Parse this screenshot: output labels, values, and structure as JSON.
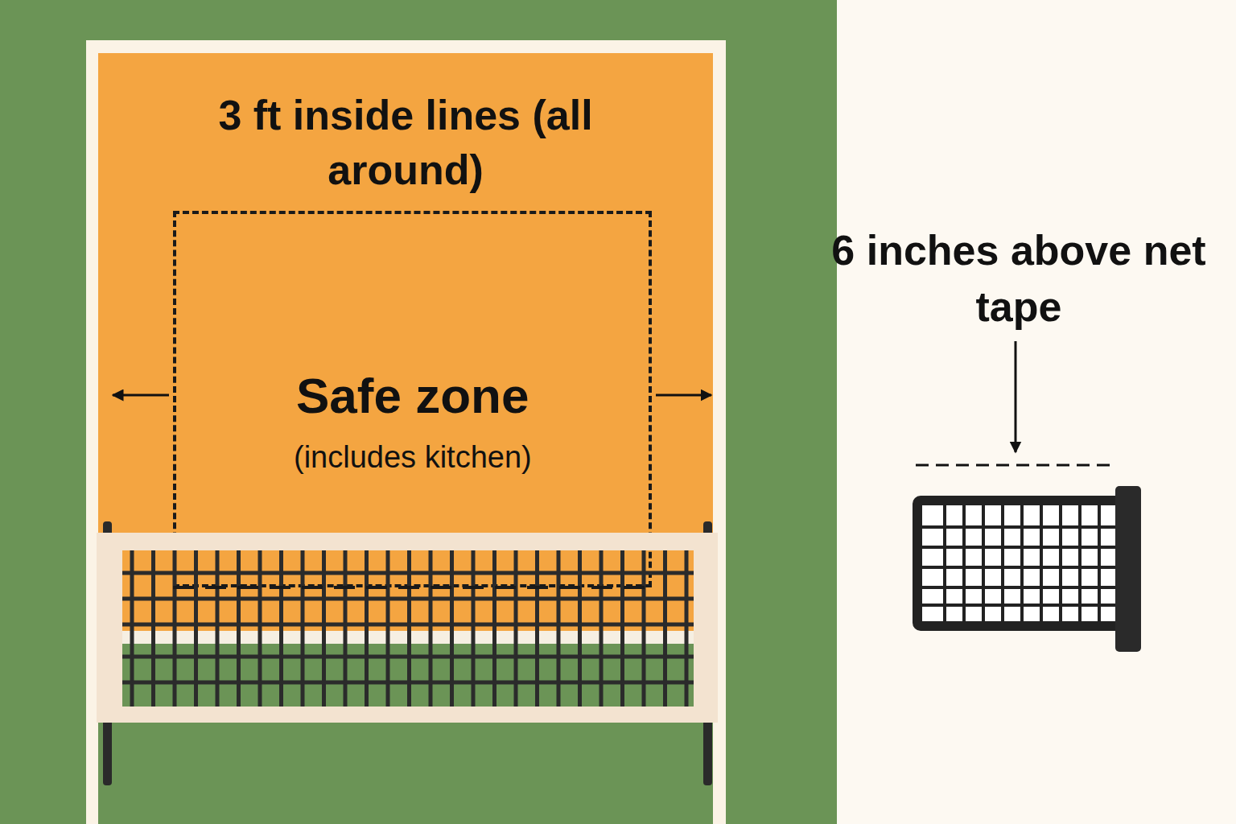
{
  "diagram": {
    "nodes": [
      {
        "text": [
          "3 ft inside lines (all around)"
        ]
      },
      {
        "text": [
          "Safe zone",
          "(includes kitchen)"
        ],
        "in": 0
      }
    ],
    "labels": [
      "6 inches above net tape"
    ]
  }
}
